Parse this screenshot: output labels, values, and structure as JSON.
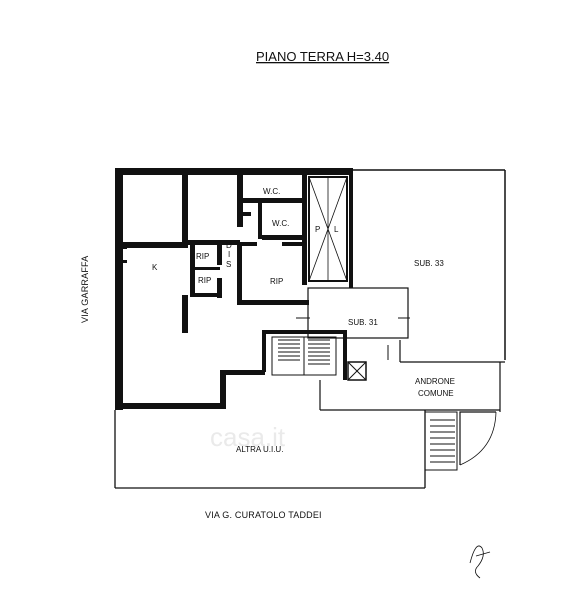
{
  "title": "PIANO TERRA H=3.40",
  "streets": {
    "left": "VIA GARRAFFA",
    "bottom": "VIA G. CURATOLO TADDEI"
  },
  "rooms": {
    "wc_top": "W.C.",
    "wc_bottom": "W.C.",
    "p": "P",
    "l": "L",
    "k": "K",
    "rip_1": "RIP",
    "rip_2": "RIP",
    "rip_3": "RIP",
    "dis_d": "D",
    "dis_i": "I",
    "dis_s": "S",
    "sub33": "SUB. 33",
    "sub31": "SUB. 31",
    "androne_1": "ANDRONE",
    "androne_2": "COMUNE",
    "altra": "ALTRA U.I.U."
  },
  "watermark": "casa.it"
}
